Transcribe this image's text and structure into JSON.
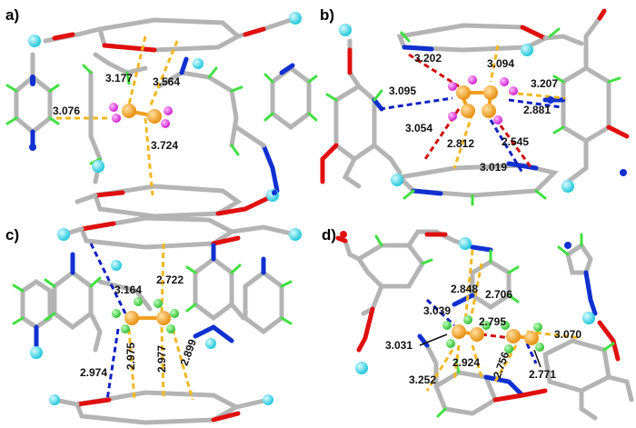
{
  "colors": {
    "carbon": "#b4b4b4",
    "oxygen": "#e01010",
    "nitrogen": "#1030d0",
    "hydrogen": "#40e040",
    "metal": "#30d8e8",
    "guest_carbon": "#f0a020",
    "fluorine_b": "#e040e0",
    "fluorine_c": "#40d040",
    "contact_yellow": "#f0b820",
    "contact_blue": "#1020c0",
    "contact_red": "#d01010"
  },
  "panels": [
    {
      "label": "a)",
      "contacts": [
        "3.177",
        "3.564",
        "3.076",
        "3.724"
      ]
    },
    {
      "label": "b)",
      "contacts": [
        "3.202",
        "3.094",
        "3.207",
        "3.095",
        "2.881",
        "3.054",
        "2.812",
        "2.545",
        "3.019"
      ]
    },
    {
      "label": "c)",
      "contacts": [
        "3.164",
        "2.722",
        "2.974",
        "2.975",
        "2.977",
        "2.899"
      ]
    },
    {
      "label": "d)",
      "contacts": [
        "2.848",
        "2.706",
        "3.039",
        "2.795",
        "3.070",
        "3.031",
        "2.924",
        "2.756",
        "3.252",
        "2.771"
      ]
    }
  ]
}
